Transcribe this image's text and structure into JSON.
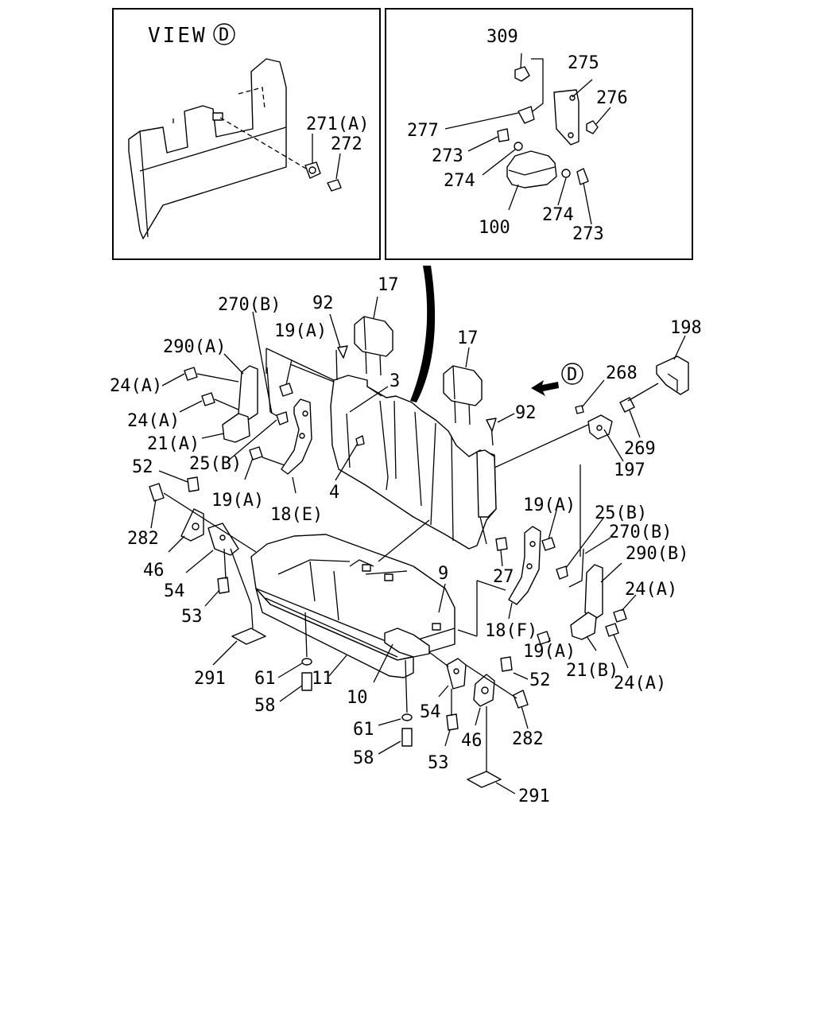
{
  "view": {
    "title": "VIEW",
    "marker": "D"
  },
  "arrow_marker": "D",
  "labels": {
    "l_271a": "271(A)",
    "l_272": "272",
    "l_309": "309",
    "l_275": "275",
    "l_276": "276",
    "l_277": "277",
    "l_273a": "273",
    "l_274a": "274",
    "l_274b": "274",
    "l_273b": "273",
    "l_100": "100",
    "l_17a": "17",
    "l_17b": "17",
    "l_92a": "92",
    "l_92b": "92",
    "l_270b1": "270(B)",
    "l_270b2": "270(B)",
    "l_290a": "290(A)",
    "l_290b": "290(B)",
    "l_19a1": "19(A)",
    "l_19a2": "19(A)",
    "l_19a3": "19(A)",
    "l_19a4": "19(A)",
    "l_24a1": "24(A)",
    "l_24a2": "24(A)",
    "l_24a3": "24(A)",
    "l_24a4": "24(A)",
    "l_21a": "21(A)",
    "l_21b": "21(B)",
    "l_25b1": "25(B)",
    "l_25b2": "25(B)",
    "l_3": "3",
    "l_4": "4",
    "l_18e": "18(E)",
    "l_18f": "18(F)",
    "l_198": "198",
    "l_268": "268",
    "l_269": "269",
    "l_197": "197",
    "l_52a": "52",
    "l_52b": "52",
    "l_282a": "282",
    "l_282b": "282",
    "l_46a": "46",
    "l_46b": "46",
    "l_54a": "54",
    "l_54b": "54",
    "l_53a": "53",
    "l_53b": "53",
    "l_291a": "291",
    "l_291b": "291",
    "l_61a": "61",
    "l_61b": "61",
    "l_58a": "58",
    "l_58b": "58",
    "l_9": "9",
    "l_10": "10",
    "l_11": "11",
    "l_27": "27"
  }
}
